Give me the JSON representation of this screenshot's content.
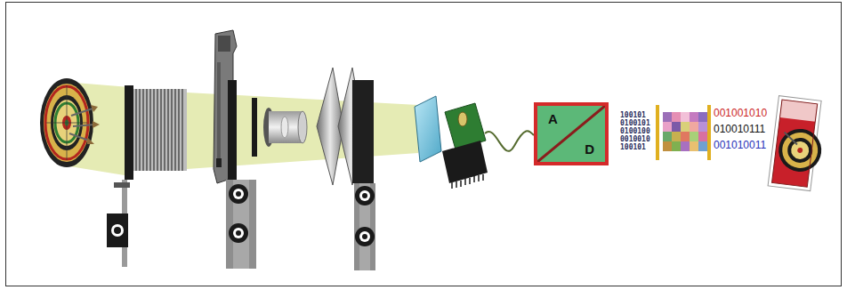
{
  "diagram": {
    "nodes": [
      {
        "text": [
          "A",
          "D"
        ]
      }
    ],
    "labels": [
      "100101",
      "0100101",
      "0100100",
      "0010010",
      "100101",
      "001001010",
      "010010111",
      "001010011"
    ]
  }
}
